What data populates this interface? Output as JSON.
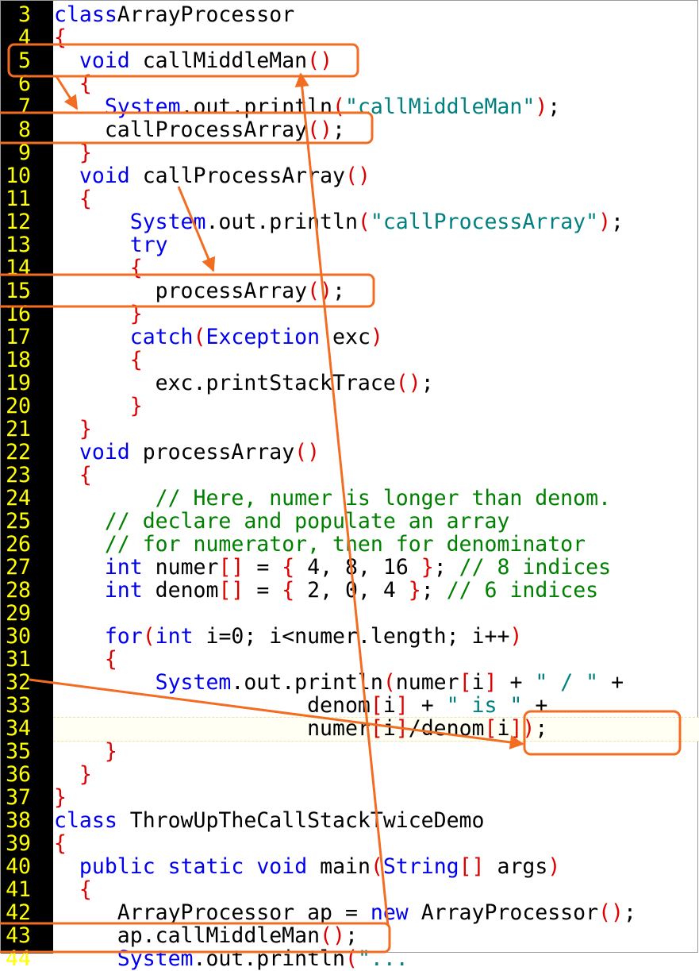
{
  "editor": {
    "lines": [
      {
        "n": "3",
        "tokens": [
          [
            "kw",
            "class"
          ],
          [
            "",
            "ArrayProcessor"
          ]
        ]
      },
      {
        "n": "4",
        "tokens": [
          [
            "br",
            "{"
          ]
        ]
      },
      {
        "n": "5",
        "tokens": [
          [
            "",
            "  "
          ],
          [
            "kw",
            "void"
          ],
          [
            "",
            " callMiddleMan"
          ],
          [
            "br",
            "()"
          ]
        ]
      },
      {
        "n": "6",
        "tokens": [
          [
            "",
            "  "
          ],
          [
            "br",
            "{"
          ]
        ]
      },
      {
        "n": "7",
        "tokens": [
          [
            "",
            "    "
          ],
          [
            "kw",
            "System"
          ],
          [
            "",
            ".out.println"
          ],
          [
            "br",
            "("
          ],
          [
            "st",
            "\"callMiddleMan\""
          ],
          [
            "br",
            ")"
          ],
          [
            "",
            ";"
          ]
        ]
      },
      {
        "n": "8",
        "tokens": [
          [
            "",
            "    callProcessArray"
          ],
          [
            "br",
            "()"
          ],
          [
            "",
            ";"
          ]
        ]
      },
      {
        "n": "9",
        "tokens": [
          [
            "",
            "  "
          ],
          [
            "br",
            "}"
          ]
        ]
      },
      {
        "n": "10",
        "tokens": [
          [
            "",
            "  "
          ],
          [
            "kw",
            "void"
          ],
          [
            "",
            " callProcessArray"
          ],
          [
            "br",
            "()"
          ]
        ]
      },
      {
        "n": "11",
        "tokens": [
          [
            "",
            "  "
          ],
          [
            "br",
            "{"
          ]
        ]
      },
      {
        "n": "12",
        "tokens": [
          [
            "",
            "      "
          ],
          [
            "kw",
            "System"
          ],
          [
            "",
            ".out.println"
          ],
          [
            "br",
            "("
          ],
          [
            "st",
            "\"callProcessArray\""
          ],
          [
            "br",
            ")"
          ],
          [
            "",
            ";"
          ]
        ]
      },
      {
        "n": "13",
        "tokens": [
          [
            "",
            "      "
          ],
          [
            "kw",
            "try"
          ]
        ]
      },
      {
        "n": "14",
        "tokens": [
          [
            "",
            "      "
          ],
          [
            "br",
            "{"
          ]
        ]
      },
      {
        "n": "15",
        "tokens": [
          [
            "",
            "        processArray"
          ],
          [
            "br",
            "()"
          ],
          [
            "",
            ";"
          ]
        ]
      },
      {
        "n": "16",
        "tokens": [
          [
            "",
            "      "
          ],
          [
            "br",
            "}"
          ]
        ]
      },
      {
        "n": "17",
        "tokens": [
          [
            "",
            "      "
          ],
          [
            "kw",
            "catch"
          ],
          [
            "br",
            "("
          ],
          [
            "kw",
            "Exception"
          ],
          [
            "",
            " exc"
          ],
          [
            "br",
            ")"
          ]
        ]
      },
      {
        "n": "18",
        "tokens": [
          [
            "",
            "      "
          ],
          [
            "br",
            "{"
          ]
        ]
      },
      {
        "n": "19",
        "tokens": [
          [
            "",
            "        exc.printStackTrace"
          ],
          [
            "br",
            "()"
          ],
          [
            "",
            ";"
          ]
        ]
      },
      {
        "n": "20",
        "tokens": [
          [
            "",
            "      "
          ],
          [
            "br",
            "}"
          ]
        ]
      },
      {
        "n": "21",
        "tokens": [
          [
            "",
            "  "
          ],
          [
            "br",
            "}"
          ]
        ]
      },
      {
        "n": "22",
        "tokens": [
          [
            "",
            "  "
          ],
          [
            "kw",
            "void"
          ],
          [
            "",
            " processArray"
          ],
          [
            "br",
            "()"
          ]
        ]
      },
      {
        "n": "23",
        "tokens": [
          [
            "",
            "  "
          ],
          [
            "br",
            "{"
          ]
        ]
      },
      {
        "n": "24",
        "tokens": [
          [
            "",
            "        "
          ],
          [
            "cm",
            "// Here, numer is longer than denom."
          ]
        ]
      },
      {
        "n": "25",
        "tokens": [
          [
            "",
            "    "
          ],
          [
            "cm",
            "// declare and populate an array"
          ]
        ]
      },
      {
        "n": "26",
        "tokens": [
          [
            "",
            "    "
          ],
          [
            "cm",
            "// for numerator, then for denominator"
          ]
        ]
      },
      {
        "n": "27",
        "tokens": [
          [
            "",
            "    "
          ],
          [
            "kw",
            "int"
          ],
          [
            "",
            " numer"
          ],
          [
            "br",
            "[]"
          ],
          [
            "",
            " = "
          ],
          [
            "br",
            "{"
          ],
          [
            "",
            " 4, 8, 16 "
          ],
          [
            "br",
            "}"
          ],
          [
            "",
            "; "
          ],
          [
            "cm",
            "// 8 indices"
          ]
        ]
      },
      {
        "n": "28",
        "tokens": [
          [
            "",
            "    "
          ],
          [
            "kw",
            "int"
          ],
          [
            "",
            " denom"
          ],
          [
            "br",
            "[]"
          ],
          [
            "",
            " = "
          ],
          [
            "br",
            "{"
          ],
          [
            "",
            " 2, 0, 4 "
          ],
          [
            "br",
            "}"
          ],
          [
            "",
            "; "
          ],
          [
            "cm",
            "// 6 indices"
          ]
        ]
      },
      {
        "n": "29",
        "tokens": []
      },
      {
        "n": "30",
        "tokens": [
          [
            "",
            "    "
          ],
          [
            "kw",
            "for"
          ],
          [
            "br",
            "("
          ],
          [
            "kw",
            "int"
          ],
          [
            "",
            " i=0; i<numer.length; i++"
          ],
          [
            "br",
            ")"
          ]
        ]
      },
      {
        "n": "31",
        "tokens": [
          [
            "",
            "    "
          ],
          [
            "br",
            "{"
          ]
        ]
      },
      {
        "n": "32",
        "tokens": [
          [
            "",
            "        "
          ],
          [
            "kw",
            "System"
          ],
          [
            "",
            ".out.println"
          ],
          [
            "br",
            "("
          ],
          [
            "",
            "numer"
          ],
          [
            "br",
            "["
          ],
          [
            "",
            "i"
          ],
          [
            "br",
            "]"
          ],
          [
            "",
            " + "
          ],
          [
            "st",
            "\" / \""
          ],
          [
            "",
            " +"
          ]
        ]
      },
      {
        "n": "33",
        "tokens": [
          [
            "",
            "                    denom"
          ],
          [
            "br",
            "["
          ],
          [
            "",
            "i"
          ],
          [
            "br",
            "]"
          ],
          [
            "",
            " + "
          ],
          [
            "st",
            "\" is \""
          ],
          [
            "",
            " +"
          ]
        ]
      },
      {
        "n": "34",
        "tokens": [
          [
            "",
            "                    numer"
          ],
          [
            "br",
            "["
          ],
          [
            "",
            "i"
          ],
          [
            "br",
            "]"
          ],
          [
            "",
            "/denom"
          ],
          [
            "br",
            "["
          ],
          [
            "",
            "i"
          ],
          [
            "br",
            "])"
          ],
          [
            "",
            ";"
          ]
        ]
      },
      {
        "n": "35",
        "tokens": [
          [
            "",
            "    "
          ],
          [
            "br",
            "}"
          ]
        ]
      },
      {
        "n": "36",
        "tokens": [
          [
            "",
            "  "
          ],
          [
            "br",
            "}"
          ]
        ]
      },
      {
        "n": "37",
        "tokens": [
          [
            "br",
            "}"
          ]
        ]
      },
      {
        "n": "38",
        "tokens": [
          [
            "kw",
            "class"
          ],
          [
            "",
            " ThrowUpTheCallStackTwiceDemo"
          ]
        ]
      },
      {
        "n": "39",
        "tokens": [
          [
            "br",
            "{"
          ]
        ]
      },
      {
        "n": "40",
        "tokens": [
          [
            "",
            "  "
          ],
          [
            "kw",
            "public"
          ],
          [
            "",
            " "
          ],
          [
            "kw",
            "static"
          ],
          [
            "",
            " "
          ],
          [
            "kw",
            "void"
          ],
          [
            "",
            " main"
          ],
          [
            "br",
            "("
          ],
          [
            "kw",
            "String"
          ],
          [
            "br",
            "[]"
          ],
          [
            "",
            " args"
          ],
          [
            "br",
            ")"
          ]
        ]
      },
      {
        "n": "41",
        "tokens": [
          [
            "",
            "  "
          ],
          [
            "br",
            "{"
          ]
        ]
      },
      {
        "n": "42",
        "tokens": [
          [
            "",
            "     ArrayProcessor ap = "
          ],
          [
            "kw",
            "new"
          ],
          [
            "",
            " ArrayProcessor"
          ],
          [
            "br",
            "()"
          ],
          [
            "",
            ";"
          ]
        ]
      },
      {
        "n": "43",
        "tokens": [
          [
            "",
            "     ap.callMiddleMan"
          ],
          [
            "br",
            "()"
          ],
          [
            "",
            ";"
          ]
        ]
      },
      {
        "n": "44",
        "tokens": [
          [
            "",
            "     "
          ],
          [
            "kw",
            "System"
          ],
          [
            "",
            ".out.println"
          ],
          [
            "br",
            "("
          ],
          [
            "st",
            "\"..."
          ]
        ]
      }
    ]
  },
  "annotations": {
    "accent": "#f26d22"
  }
}
